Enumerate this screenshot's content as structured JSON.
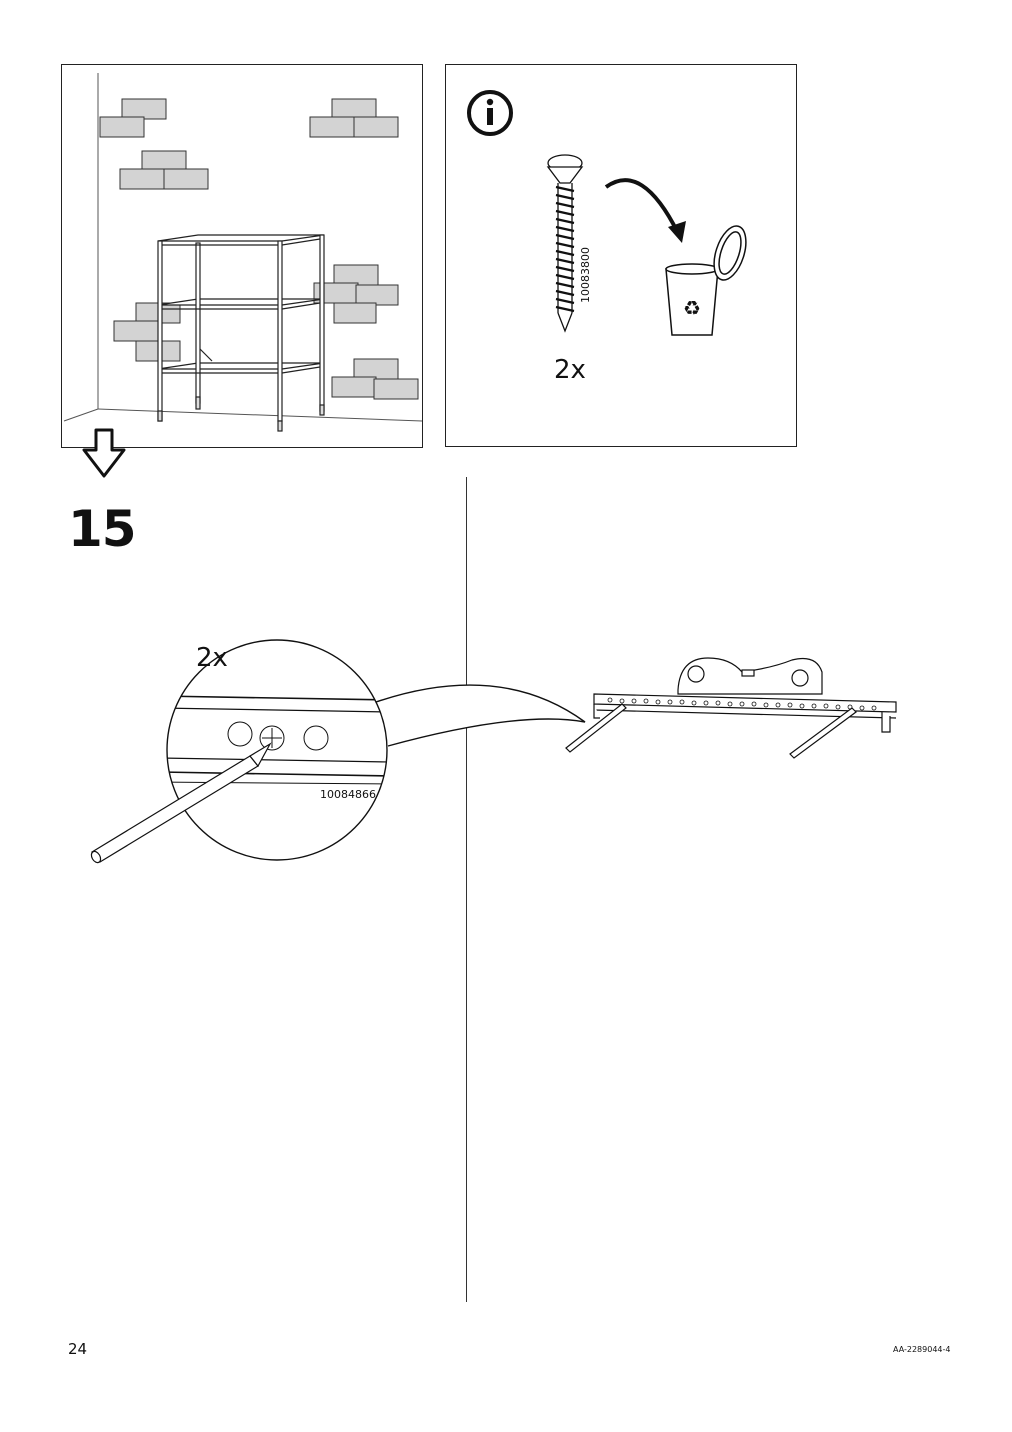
{
  "panels": {
    "left": {
      "kind": "scene"
    },
    "right": {
      "info_icon": "info-icon",
      "screw_code": "10083800",
      "quantity": "2x",
      "recycle_icon": "recycle-icon"
    }
  },
  "step": {
    "number": "15",
    "quantity": "2x",
    "part_code": "10084866"
  },
  "footer": {
    "page_number": "24",
    "doc_id": "AA-2289044-4"
  }
}
